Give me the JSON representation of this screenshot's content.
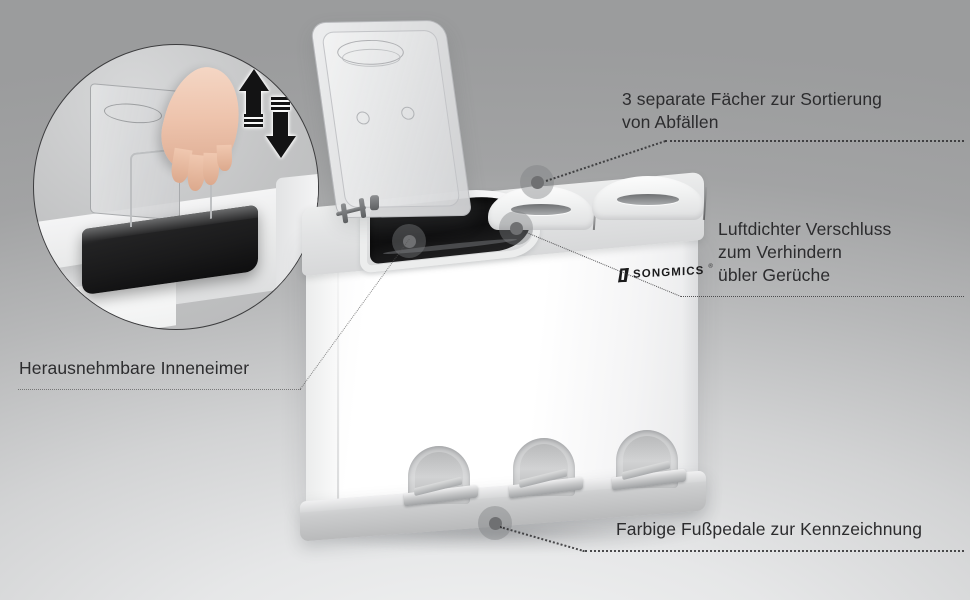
{
  "image": {
    "language": "de",
    "product_brand": "SONGMICS",
    "background_color": "#a2a3a4",
    "text_color": "#2c2c2e",
    "accent_dot_color": "#6f7072"
  },
  "brand": {
    "wordmark": "SONGMICS",
    "trademark_symbol": "®",
    "mark_icon": "songmics-flag-mark"
  },
  "callouts": [
    {
      "id": "compartments",
      "text": "3 separate Fächer zur Sortierung\nvon Abfällen",
      "dot_label": "callout-dot-compartments"
    },
    {
      "id": "airtight",
      "text": "Luftdichter Verschluss\nzum Verhindern\nübler Gerüche",
      "dot_label": "callout-dot-airtight"
    },
    {
      "id": "inner-buckets",
      "text": "Herausnehmbare Inneneimer",
      "dot_label": "callout-dot-inner-buckets"
    },
    {
      "id": "pedals",
      "text": "Farbige Fußpedale zur Kennzeichnung",
      "dot_label": "callout-dot-pedals"
    }
  ],
  "inset": {
    "name": "removable-inner-bucket-closeup",
    "arrows_icon": "up-down-arrows-icon",
    "subject": "hand-lifting-black-inner-bucket"
  },
  "product": {
    "name": "3-compartment-pedal-bin",
    "lids": [
      "open-lid",
      "closed-lid-middle",
      "closed-lid-right"
    ],
    "pedal_count": 3
  }
}
